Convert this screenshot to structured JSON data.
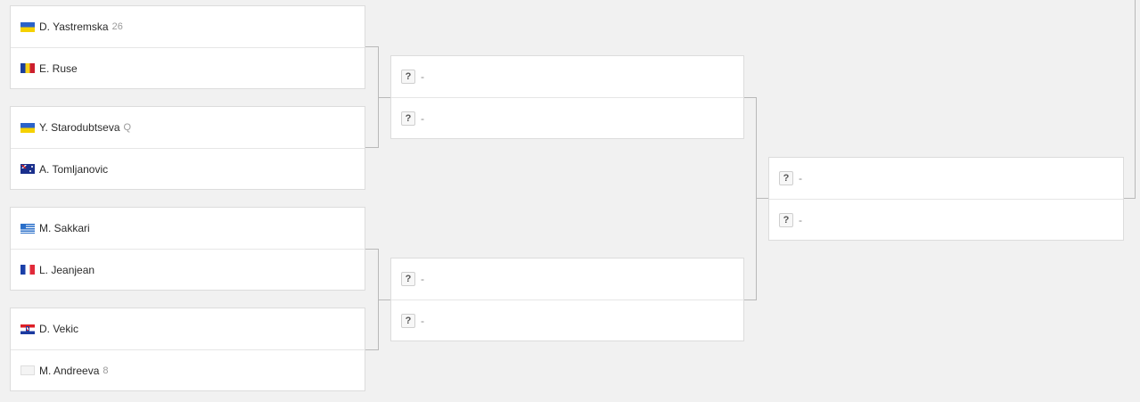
{
  "round1": [
    {
      "top": {
        "name": "D. Yastremska",
        "seed": "26",
        "flag": "ukraine-flag-icon"
      },
      "bottom": {
        "name": "E. Ruse",
        "seed": "",
        "flag": "romania-flag-icon"
      }
    },
    {
      "top": {
        "name": "Y. Starodubtseva",
        "seed": "Q",
        "flag": "ukraine-flag-icon"
      },
      "bottom": {
        "name": "A. Tomljanovic",
        "seed": "",
        "flag": "australia-flag-icon"
      }
    },
    {
      "top": {
        "name": "M. Sakkari",
        "seed": "",
        "flag": "greece-flag-icon"
      },
      "bottom": {
        "name": "L. Jeanjean",
        "seed": "",
        "flag": "france-flag-icon"
      }
    },
    {
      "top": {
        "name": "D. Vekic",
        "seed": "",
        "flag": "croatia-flag-icon"
      },
      "bottom": {
        "name": "M. Andreeva",
        "seed": "8",
        "flag": "blank-flag-icon"
      }
    }
  ],
  "tbd": {
    "icon": "?",
    "text": "-"
  },
  "colors": {
    "background": "#f1f1f1",
    "card": "#ffffff",
    "connector": "#b9b9b9"
  }
}
